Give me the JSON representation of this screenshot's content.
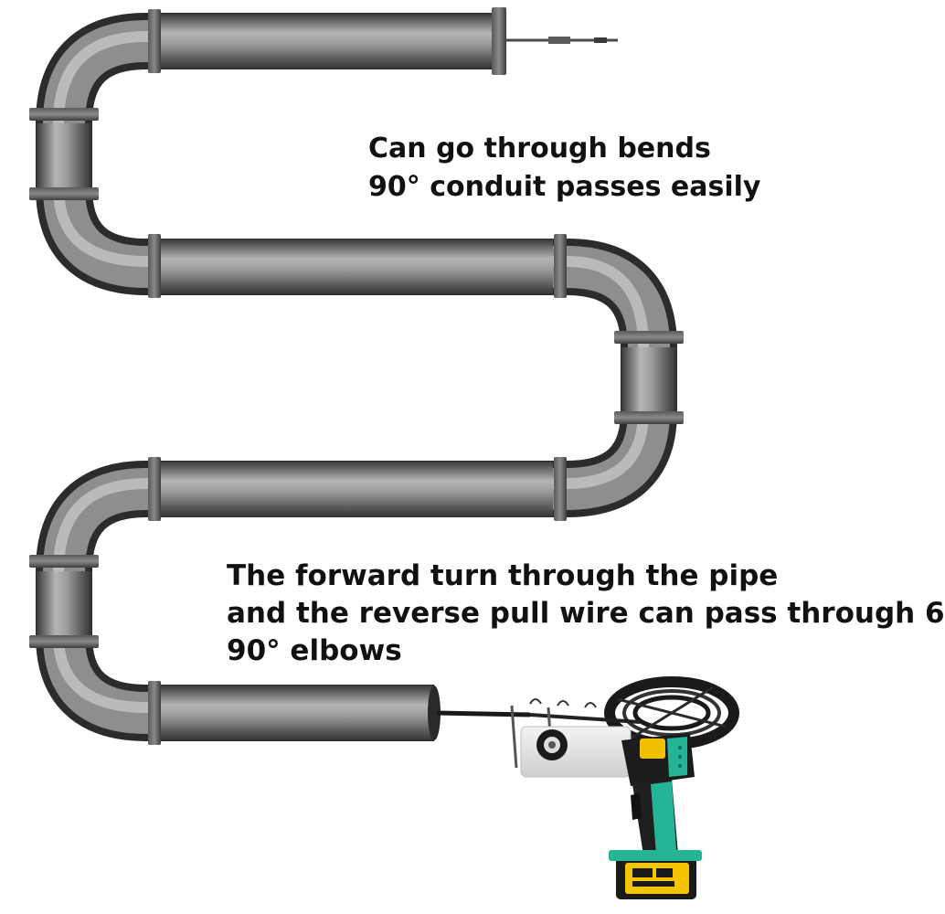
{
  "captions": {
    "top": {
      "line1": "Can go through bends",
      "line2": "90° conduit passes easily"
    },
    "bottom": {
      "line1": "The forward turn through the pipe",
      "line2": "and the reverse pull wire can pass through 6",
      "line3": "90° elbows"
    }
  },
  "colors": {
    "pipe_dark": "#3e3e3e",
    "pipe_light": "#a9a9a9",
    "flange": "#4a4a4a",
    "tool_body": "#24b496",
    "tool_dark": "#1b1b1b",
    "battery_yellow": "#f5c400",
    "background": "#ffffff"
  },
  "icons": [
    "conduit-pipe",
    "fish-tape-tool",
    "wire-reel",
    "battery-pack"
  ]
}
